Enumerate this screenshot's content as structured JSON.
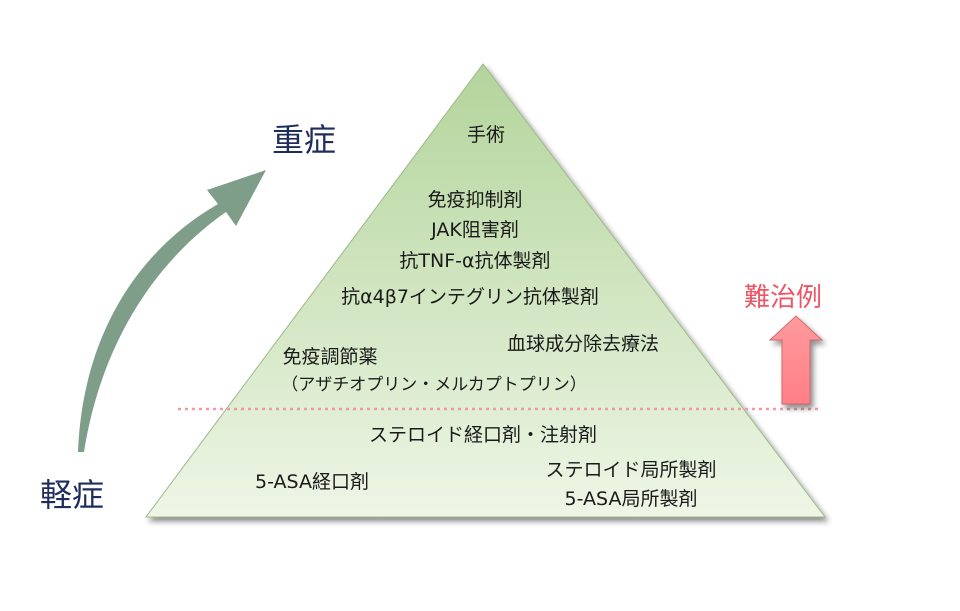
{
  "labels": {
    "severe": "重症",
    "mild": "軽症",
    "refractory": "難治例"
  },
  "pyramid": {
    "top": {
      "surgery": "手術"
    },
    "upper": {
      "immunosuppressant": "免疫抑制剤",
      "jak": "JAK阻害剤",
      "anti_tnf": "抗TNF-α抗体製剤",
      "anti_integrin": "抗α4β7インテグリン抗体製剤",
      "immunomodulator": "免疫調節薬",
      "immunomodulator_detail": "（アザチオプリン・メルカプトプリン）",
      "apheresis": "血球成分除去療法"
    },
    "lower": {
      "steroid_oral_inj": "ステロイド経口剤・注射剤",
      "asa_oral": "5-ASA経口剤",
      "steroid_local": "ステロイド局所製剤",
      "asa_local": "5-ASA局所製剤"
    }
  },
  "colors": {
    "pyramid_top": "#b3d49b",
    "pyramid_bottom": "#eef6e6",
    "curve_arrow": "#7e9e89",
    "divider": "#f19aa6",
    "up_arrow": "#ff8f93",
    "refractory_text": "#ee5566",
    "axis_text": "#1f2d5c"
  }
}
